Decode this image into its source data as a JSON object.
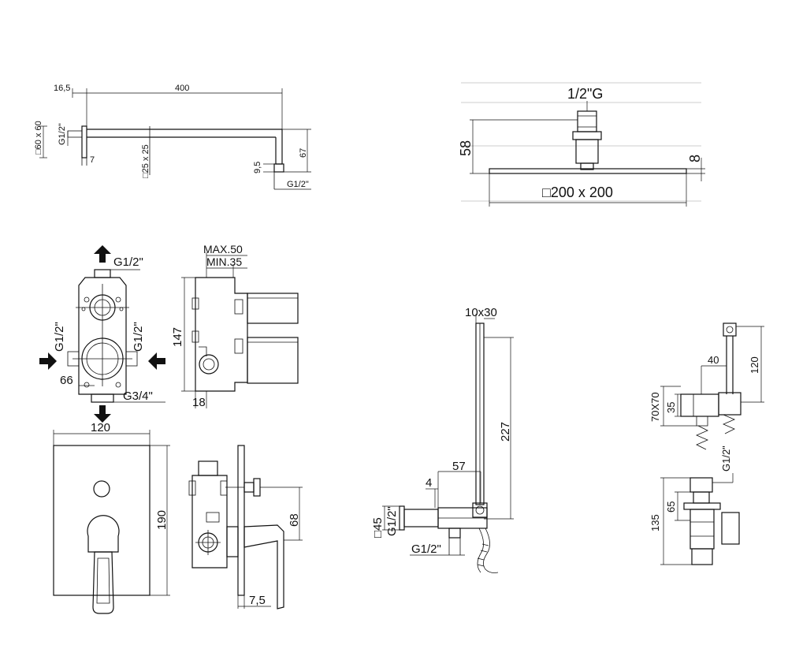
{
  "shower_arm": {
    "dim_offset": "16,5",
    "dim_length": "400",
    "dim_flange": "□60 x 60",
    "thread_inlet": "G1/2\"",
    "dim_flange_depth": "7",
    "dim_tube": "□25 x 25",
    "dim_outlet_depth": "9,5",
    "dim_drop": "67",
    "thread_outlet": "G1/2\""
  },
  "shower_head": {
    "thread": "1/2\"G",
    "dim_height": "58",
    "dim_thickness": "8",
    "dim_size": "□200 x 200"
  },
  "valve_body": {
    "outlet_top": "G1/2\"",
    "inlet_left": "G1/2\"",
    "inlet_right": "G1/2\"",
    "dim_spacing": "66",
    "outlet_bottom": "G3/4\"",
    "dim_max": "MAX.50",
    "dim_min": "MIN.35",
    "dim_height": "147",
    "dim_base": "18"
  },
  "trim_plate": {
    "dim_width": "120",
    "dim_height": "190",
    "dim_projection": "68",
    "dim_plate": "7,5"
  },
  "hand_shower": {
    "dim_handle": "10x30",
    "dim_length": "227",
    "dim_bracket": "57",
    "dim_offset": "4",
    "dim_plate": "□45",
    "thread_plate": "G1/2\"",
    "thread_outlet": "G1/2\""
  },
  "wall_outlet": {
    "dim_width": "40",
    "dim_height": "120",
    "dim_square": "70X70",
    "dim_depth": "35",
    "thread": "G1/2\"",
    "dim_total": "135",
    "dim_mid": "65"
  }
}
